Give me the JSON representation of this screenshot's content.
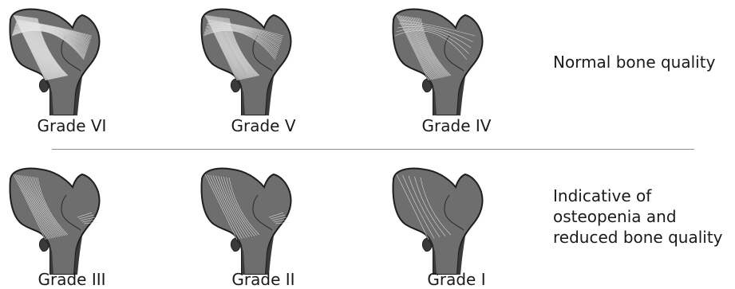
{
  "top_row": {
    "note": "Normal bone quality",
    "grades": [
      {
        "label": "Grade VI",
        "trabecular_density": "dense"
      },
      {
        "label": "Grade V",
        "trabecular_density": "dense"
      },
      {
        "label": "Grade IV",
        "trabecular_density": "moderate"
      }
    ]
  },
  "bottom_row": {
    "note_lines": [
      "Indicative of",
      "osteopenia and",
      "reduced bone quality"
    ],
    "grades": [
      {
        "label": "Grade III",
        "trabecular_density": "sparse"
      },
      {
        "label": "Grade II",
        "trabecular_density": "minimal"
      },
      {
        "label": "Grade I",
        "trabecular_density": "faint"
      }
    ]
  },
  "colors": {
    "bone_fill": "#6e6e6e",
    "bone_outline": "#1e1e1e",
    "shaft_fill": "#3a3a3a",
    "trabeculae": "#e6e6e6",
    "divider": "#8f8f8f"
  }
}
